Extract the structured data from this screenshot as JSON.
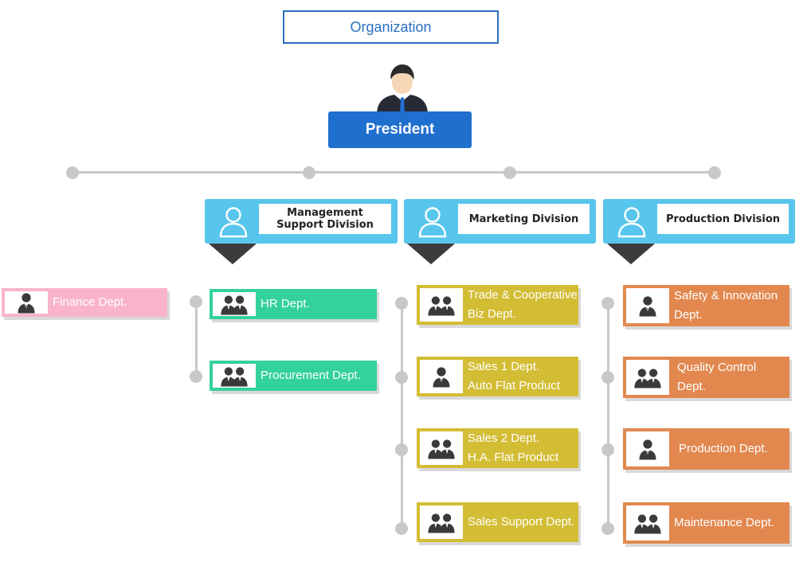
{
  "title": "Organization",
  "president": {
    "label": "President"
  },
  "divisions": [
    {
      "label": "Management Support Division"
    },
    {
      "label": "Marketing Division"
    },
    {
      "label": "Production Division"
    }
  ],
  "standalone": {
    "label": "Finance Dept."
  },
  "management_depts": [
    {
      "line1": "HR Dept.",
      "line2": ""
    },
    {
      "line1": "Procurement Dept.",
      "line2": ""
    }
  ],
  "marketing_depts": [
    {
      "line1": "Trade & Cooperative",
      "line2": "Biz Dept."
    },
    {
      "line1": "Sales 1 Dept.",
      "line2": "Auto Flat Product"
    },
    {
      "line1": "Sales 2 Dept.",
      "line2": "H.A. Flat Product"
    },
    {
      "line1": "Sales Support Dept.",
      "line2": ""
    }
  ],
  "production_depts": [
    {
      "line1": "Safety & Innovation",
      "line2": "Dept."
    },
    {
      "line1": "Quality Control",
      "line2": "Dept."
    },
    {
      "line1": "Production Dept.",
      "line2": ""
    },
    {
      "line1": "Maintenance Dept.",
      "line2": ""
    }
  ],
  "colors": {
    "title": "#2a6fc0",
    "president": "#1f6fce",
    "division": "#58c6ec",
    "finance": "#f9b4cc",
    "management": "#33d19c",
    "marketing": "#d3bd35",
    "production": "#e2884f",
    "connector": "#c8c8c8"
  },
  "icons": {
    "president": "businessman-icon",
    "division": "person-outline-icon",
    "single": "person-icon",
    "group": "people-icon"
  }
}
